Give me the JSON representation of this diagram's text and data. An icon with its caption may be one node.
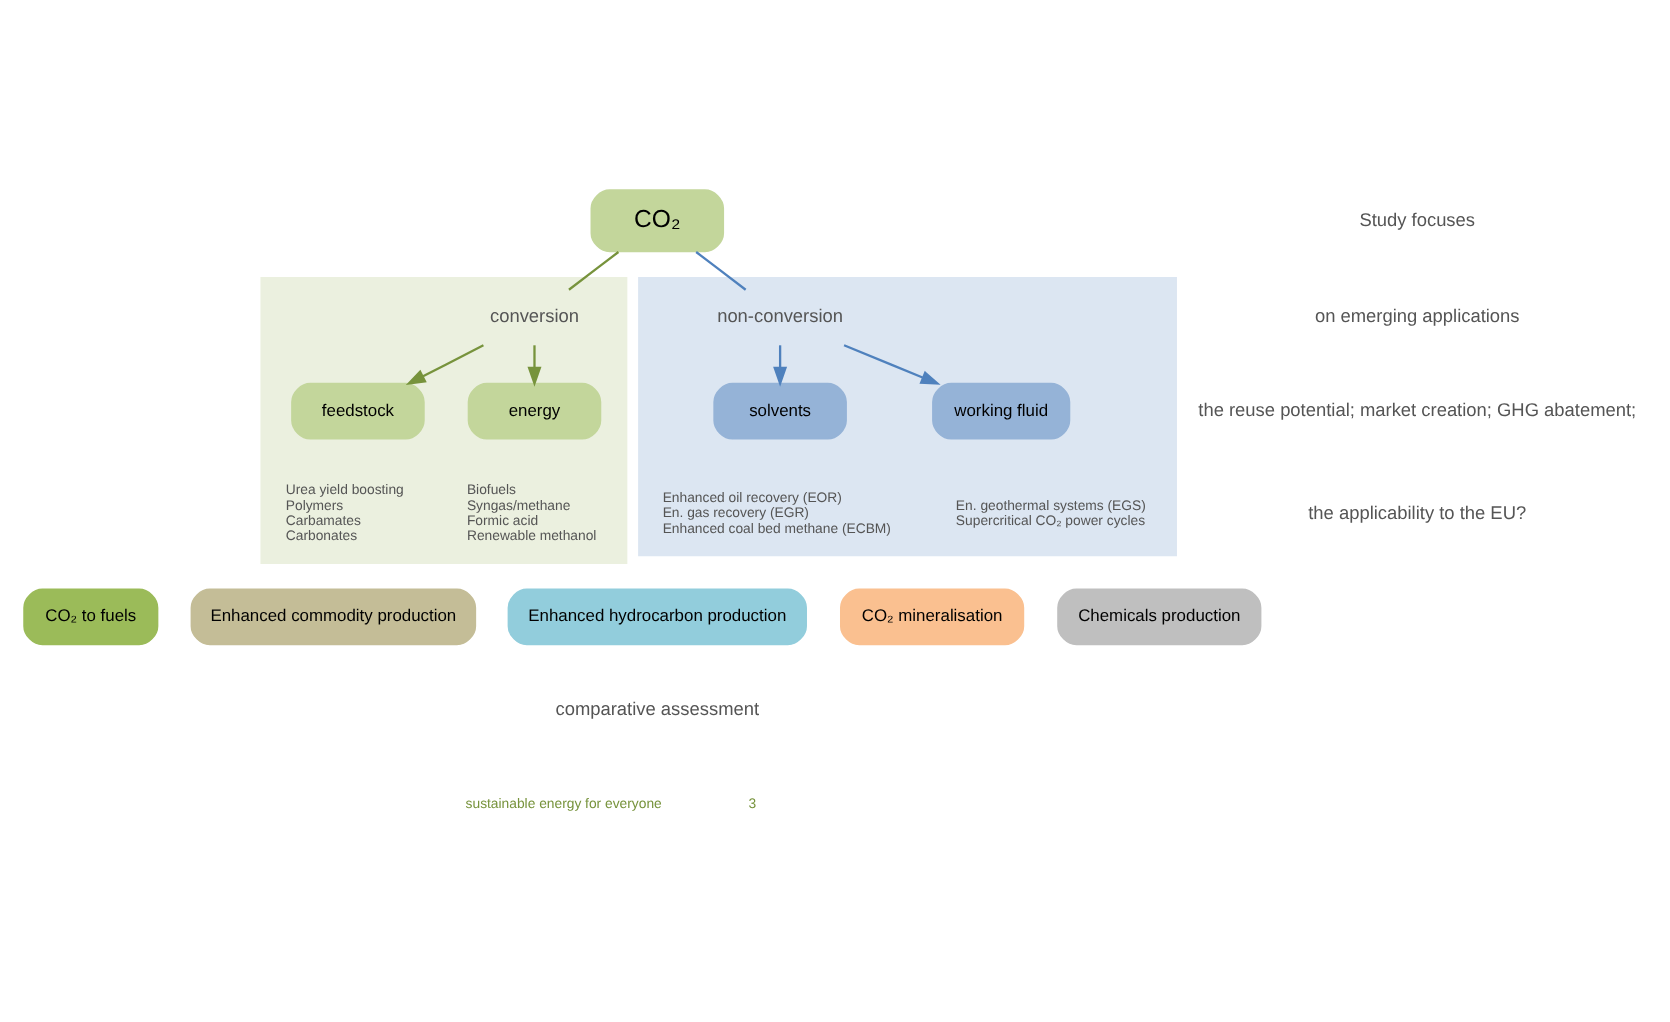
{
  "diagram": {
    "nodes": [
      {
        "text": [],
        "shape": "box"
      },
      {
        "text": [],
        "shape": "box"
      },
      {
        "text": [
          "CO₂"
        ]
      },
      {
        "text": [
          "conversion"
        ],
        "in": 0
      },
      {
        "text": [
          "non-conversion"
        ],
        "in": 1
      },
      {
        "text": [
          "feedstock"
        ],
        "in": 0,
        "beside": [
          "Urea yield boosting",
          "Polymers",
          "Carbamates",
          "Carbonates"
        ]
      },
      {
        "text": [
          "energy"
        ],
        "in": 0,
        "beside": [
          "Biofuels",
          "Syngas/methane",
          "Formic acid",
          "Renewable methanol"
        ]
      },
      {
        "text": [
          "solvents"
        ],
        "in": 1,
        "beside": [
          "Enhanced oil recovery (EOR)",
          "En. gas recovery (EGR)",
          "Enhanced coal bed methane (ECBM)"
        ]
      },
      {
        "text": [
          "working fluid"
        ],
        "in": 1,
        "beside": [
          "En. geothermal systems (EGS)",
          "Supercritical CO₂ power cycles"
        ]
      },
      {
        "text": [
          "CO₂ to fuels"
        ]
      },
      {
        "text": [
          "Enhanced commodity production"
        ]
      },
      {
        "text": [
          "Enhanced hydrocarbon production"
        ]
      },
      {
        "text": [
          "CO₂ mineralisation"
        ]
      },
      {
        "text": [
          "Chemicals production"
        ]
      }
    ],
    "edges": [
      {
        "from": 2,
        "to": 3,
        "arrow": "none",
        "color": "#77933c"
      },
      {
        "from": 3,
        "to": 5,
        "arrow": "to",
        "color": "#77933c"
      },
      {
        "from": 3,
        "to": 6,
        "arrow": "to",
        "color": "#77933c"
      },
      {
        "from": 2,
        "to": 4,
        "arrow": "none",
        "color": "#4f81bd"
      },
      {
        "from": 4,
        "to": 7,
        "arrow": "to",
        "color": "#4f81bd"
      },
      {
        "from": 4,
        "to": 8,
        "arrow": "to",
        "color": "#4f81bd"
      }
    ],
    "labels": [
      "Study focuses",
      "on emerging applications",
      "the reuse potential; market creation; GHG abatement;",
      "the applicability to the EU?",
      "comparative assessment",
      "sustainable energy for everyone",
      "3"
    ]
  }
}
